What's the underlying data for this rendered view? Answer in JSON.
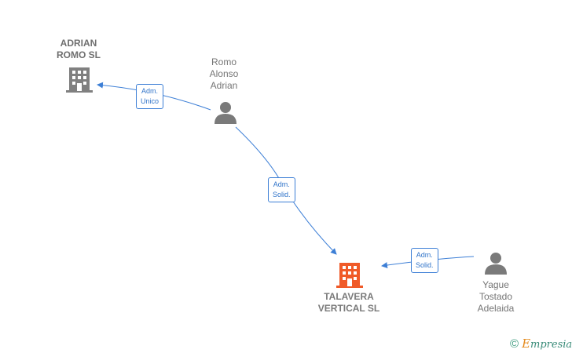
{
  "nodes": {
    "adrian_romo": {
      "label": "ADRIAN\nROMO SL"
    },
    "romo_alonso": {
      "label": "Romo\nAlonso\nAdrian"
    },
    "talavera": {
      "label": "TALAVERA\nVERTICAL  SL"
    },
    "yague": {
      "label": "Yague\nTostado\nAdelaida"
    }
  },
  "edges": {
    "e1": {
      "label": "Adm.\nUnico"
    },
    "e2": {
      "label": "Adm.\nSolid."
    },
    "e3": {
      "label": "Adm.\nSolid."
    }
  },
  "colors": {
    "edge": "#3d7fd6",
    "company_icon": "#808080",
    "main_company_icon": "#f05a28",
    "person_icon": "#7a7a7a"
  },
  "watermark": {
    "copyright": "©",
    "brand_initial": "E",
    "brand_rest": "mpresia"
  }
}
